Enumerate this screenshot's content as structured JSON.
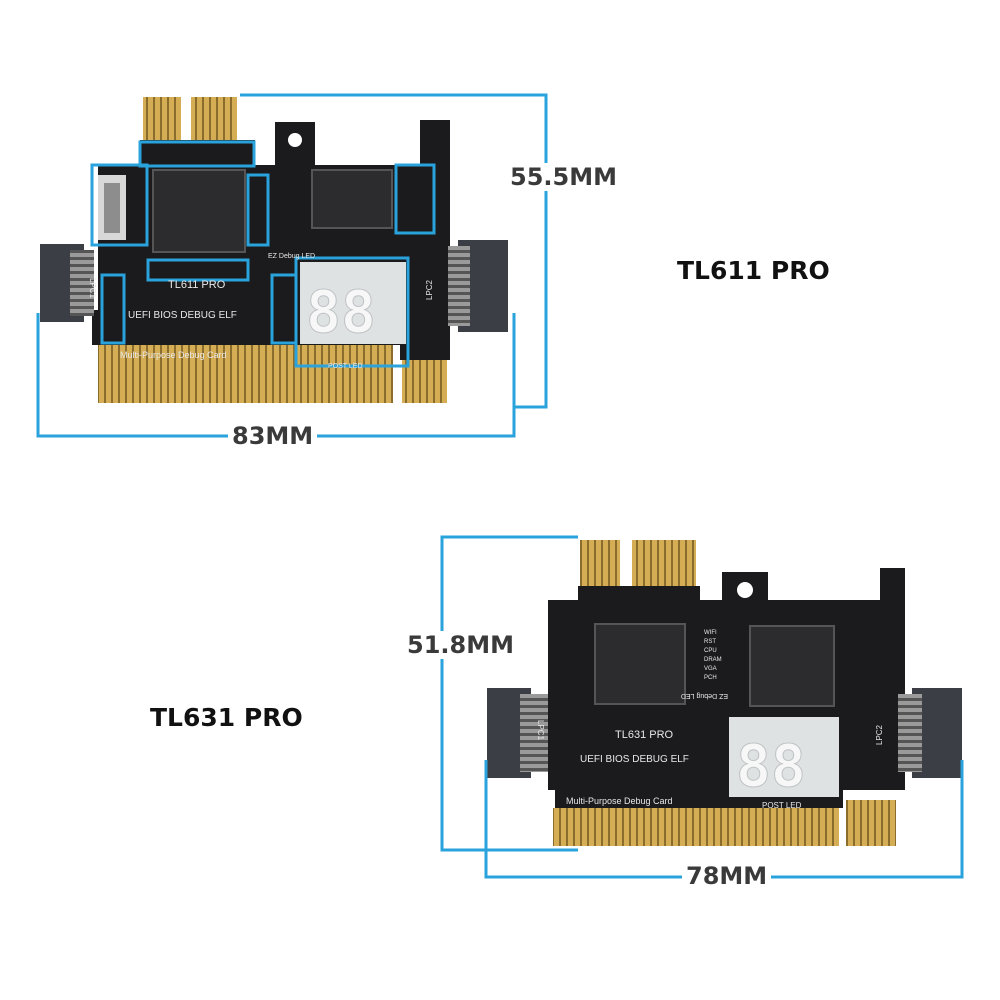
{
  "colors": {
    "dimension_line": "#2aa3dc",
    "pcb": "#1b1b1d",
    "gold": "#c9a24a",
    "silkscreen": "#e8e8e8",
    "chip": "#2c2c2e",
    "connector": "#3b3e44",
    "highlight": "#2aa3dc"
  },
  "top_card": {
    "name": "TL611 PRO",
    "height_dim": "55.5MM",
    "width_dim": "83MM",
    "silkscreen": {
      "model": "TL611 PRO",
      "bios": "UEFI BIOS DEBUG ELF",
      "purpose": "Multi-Purpose Debug Card",
      "lpc1": "LPC1",
      "lpc2": "LPC2",
      "debug_led": "EZ Debug LED",
      "post_led": "POST LED"
    }
  },
  "bottom_card": {
    "name": "TL631 PRO",
    "height_dim": "51.8MM",
    "width_dim": "78MM",
    "silkscreen": {
      "model": "TL631 PRO",
      "bios": "UEFI BIOS DEBUG ELF",
      "purpose": "Multi-Purpose Debug Card",
      "lpc1": "LPC1",
      "lpc2": "LPC2",
      "debug_led": "EZ Debug LED",
      "post_led": "POST LED",
      "led_labels": [
        "WIFI",
        "RST",
        "CPU",
        "DRAM",
        "VGA",
        "PCH"
      ]
    }
  }
}
